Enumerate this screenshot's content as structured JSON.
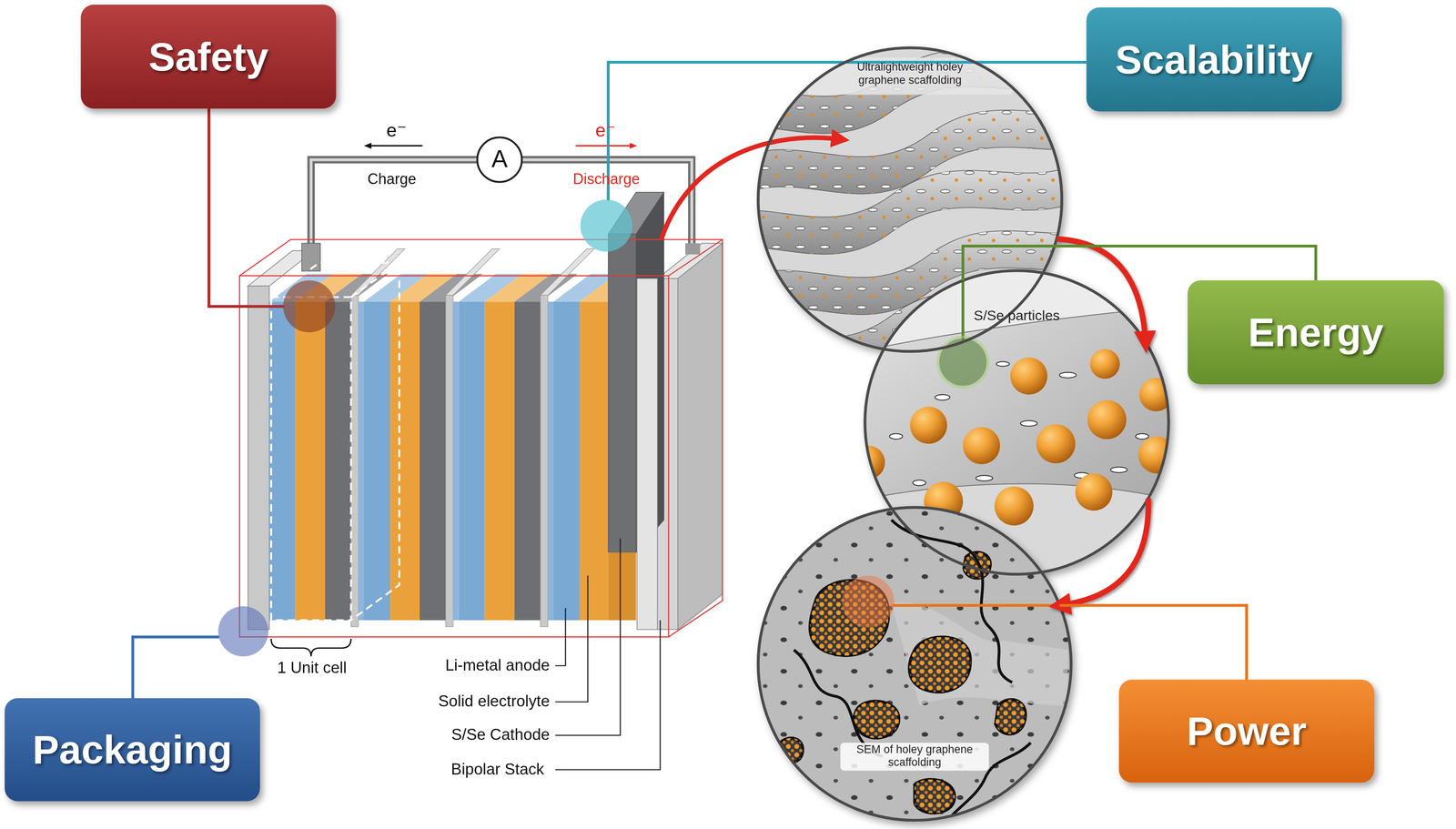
{
  "diagram": {
    "nodes": [
      {
        "text": [
          "Safety"
        ]
      },
      {
        "text": [
          "Scalability"
        ]
      },
      {
        "text": [
          "A"
        ]
      },
      {
        "text": [
          "Ultralightweight holey graphene scaffolding"
        ]
      },
      {
        "text": [
          "Energy"
        ]
      },
      {
        "text": [
          "S/Se particles"
        ]
      },
      {
        "text": [
          "SEM of holey graphene scaffolding"
        ]
      },
      {
        "text": [
          "Power"
        ]
      },
      {
        "text": [
          "Packaging"
        ]
      }
    ],
    "edges": [
      {
        "from": 3,
        "to": 5,
        "arrow": "to"
      },
      {
        "from": 5,
        "to": 6,
        "arrow": "to"
      },
      {
        "from": 4,
        "to": 5,
        "arrow": "none"
      },
      {
        "from": 7,
        "to": 6,
        "arrow": "none"
      }
    ],
    "labels": [
      "e⁻",
      "Charge",
      "e⁻",
      "Discharge",
      "1 Unit cell",
      "Li-metal anode",
      "Solid electrolyte",
      "S/Se Cathode",
      "Bipolar Stack"
    ]
  }
}
